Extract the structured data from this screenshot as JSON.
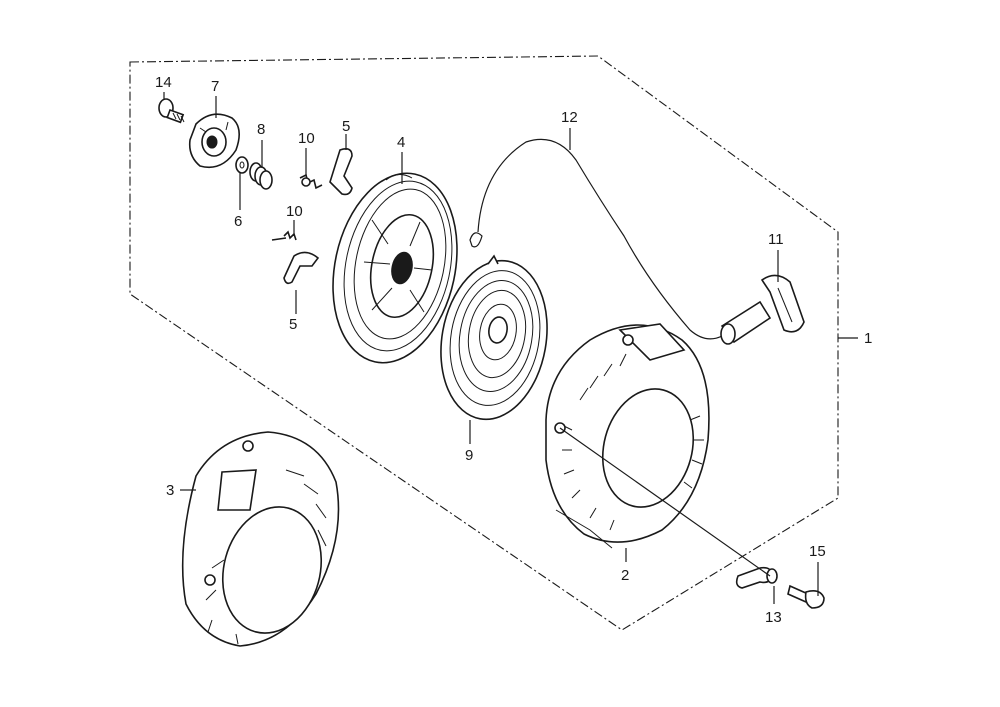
{
  "callouts": [
    {
      "id": "1",
      "text": "1"
    },
    {
      "id": "2",
      "text": "2"
    },
    {
      "id": "3",
      "text": "3"
    },
    {
      "id": "4",
      "text": "4"
    },
    {
      "id": "5a",
      "text": "5"
    },
    {
      "id": "5b",
      "text": "5"
    },
    {
      "id": "6",
      "text": "6"
    },
    {
      "id": "7",
      "text": "7"
    },
    {
      "id": "8",
      "text": "8"
    },
    {
      "id": "9",
      "text": "9"
    },
    {
      "id": "10a",
      "text": "10"
    },
    {
      "id": "10b",
      "text": "10"
    },
    {
      "id": "11",
      "text": "11"
    },
    {
      "id": "12",
      "text": "12"
    },
    {
      "id": "13",
      "text": "13"
    },
    {
      "id": "14",
      "text": "14"
    },
    {
      "id": "15",
      "text": "15"
    }
  ]
}
